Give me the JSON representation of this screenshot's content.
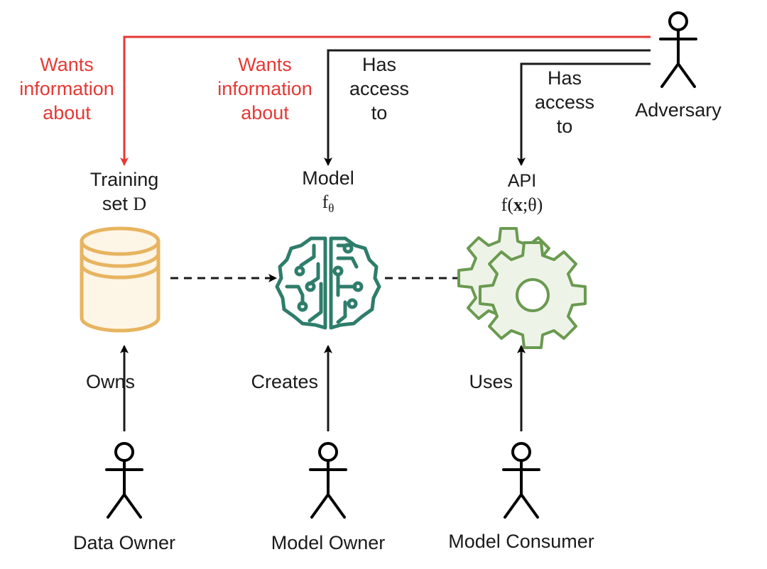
{
  "nodes": {
    "training_set": {
      "line1": "Training",
      "line2_text": "set ",
      "line2_math": "D"
    },
    "model": {
      "line1": "Model",
      "func": "f",
      "sub": "θ"
    },
    "api": {
      "line1": "API",
      "func_pre": "f(",
      "func_x": "x",
      "func_post": ";θ)"
    }
  },
  "actors": {
    "adversary": "Adversary",
    "data_owner": "Data Owner",
    "model_owner": "Model Owner",
    "model_consumer": "Model Consumer"
  },
  "edges": {
    "wants_info_training": [
      "Wants",
      "information",
      "about"
    ],
    "wants_info_model": [
      "Wants",
      "information",
      "about"
    ],
    "access_model": [
      "Has",
      "access",
      "to"
    ],
    "access_api": [
      "Has",
      "access",
      "to"
    ],
    "owns": "Owns",
    "creates": "Creates",
    "uses": "Uses"
  },
  "colors": {
    "adversary_red": "#e53935",
    "database": "#e8b460",
    "database_fill": "#fdf5e6",
    "brain": "#2e7d6b",
    "gear": "#6a9a50",
    "gear_fill": "#eef3e8"
  },
  "icons": [
    "stick-figure-icon",
    "database-icon",
    "brain-circuit-icon",
    "gears-icon"
  ]
}
